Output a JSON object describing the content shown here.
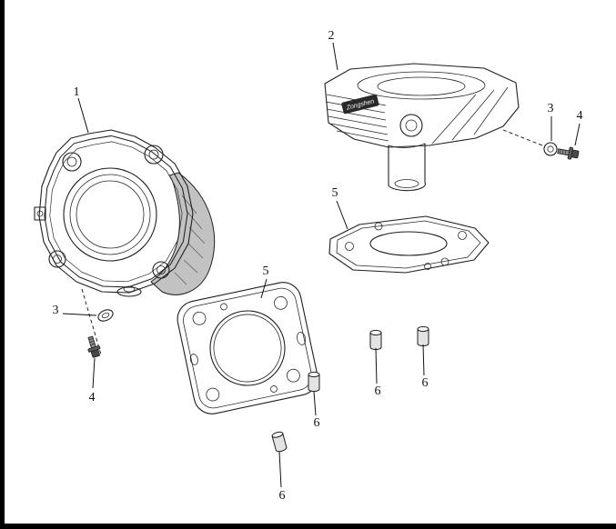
{
  "figure": {
    "type": "exploded-parts-diagram",
    "colors": {
      "background": "#ffffff",
      "line": "#1f1f1f",
      "page_border": "#000000",
      "shading": "#c2c2c2"
    },
    "part_2_logo": "Zongshen",
    "callouts": [
      {
        "id": "callout-1",
        "label": "1"
      },
      {
        "id": "callout-2",
        "label": "2"
      },
      {
        "id": "callout-3-right",
        "label": "3"
      },
      {
        "id": "callout-4-right",
        "label": "4"
      },
      {
        "id": "callout-5-right",
        "label": "5"
      },
      {
        "id": "callout-5-left",
        "label": "5"
      },
      {
        "id": "callout-3-left",
        "label": "3"
      },
      {
        "id": "callout-4-left",
        "label": "4"
      },
      {
        "id": "callout-6-a",
        "label": "6"
      },
      {
        "id": "callout-6-b",
        "label": "6"
      },
      {
        "id": "callout-6-c",
        "label": "6"
      },
      {
        "id": "callout-6-d",
        "label": "6"
      }
    ]
  }
}
